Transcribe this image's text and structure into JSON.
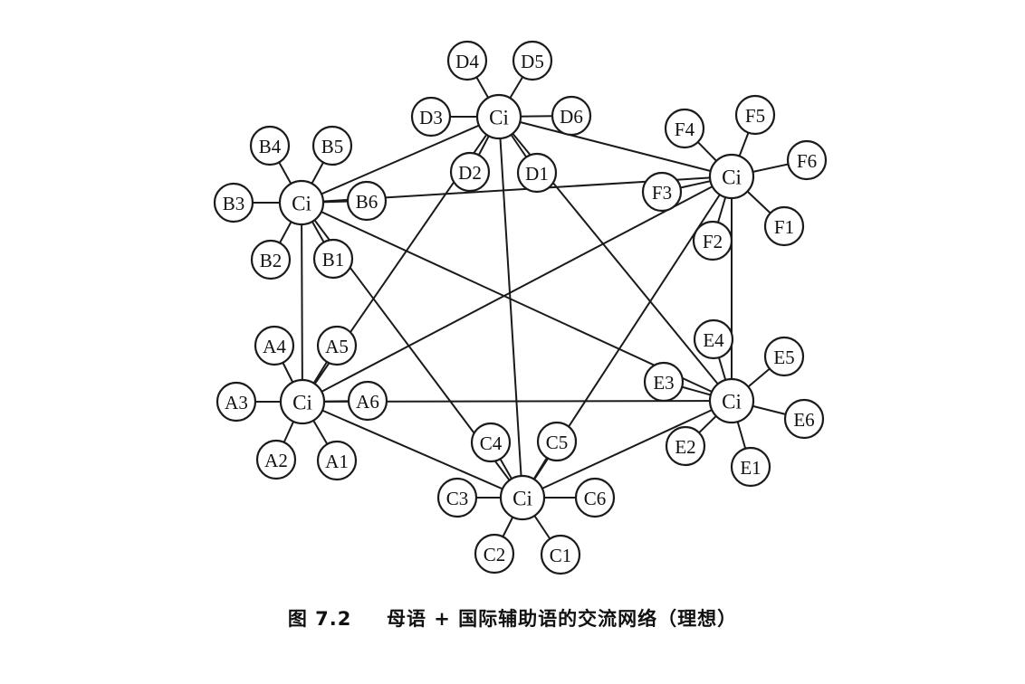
{
  "caption": {
    "figure_number": "图 7.2",
    "title": "母语 + 国际辅助语的交流网络（理想）"
  },
  "colors": {
    "ink": "#1a1a1a",
    "background": "#ffffff"
  },
  "hubs": [
    {
      "id": "A",
      "label": "Ci"
    },
    {
      "id": "B",
      "label": "Ci"
    },
    {
      "id": "C",
      "label": "Ci"
    },
    {
      "id": "D",
      "label": "Ci"
    },
    {
      "id": "E",
      "label": "Ci"
    },
    {
      "id": "F",
      "label": "Ci"
    }
  ],
  "leaves": [
    {
      "id": "A1",
      "label": "A1",
      "hub": "A"
    },
    {
      "id": "A2",
      "label": "A2",
      "hub": "A"
    },
    {
      "id": "A3",
      "label": "A3",
      "hub": "A"
    },
    {
      "id": "A4",
      "label": "A4",
      "hub": "A"
    },
    {
      "id": "A5",
      "label": "A5",
      "hub": "A"
    },
    {
      "id": "A6",
      "label": "A6",
      "hub": "A"
    },
    {
      "id": "B1",
      "label": "B1",
      "hub": "B"
    },
    {
      "id": "B2",
      "label": "B2",
      "hub": "B"
    },
    {
      "id": "B3",
      "label": "B3",
      "hub": "B"
    },
    {
      "id": "B4",
      "label": "B4",
      "hub": "B"
    },
    {
      "id": "B5",
      "label": "B5",
      "hub": "B"
    },
    {
      "id": "B6",
      "label": "B6",
      "hub": "B"
    },
    {
      "id": "C1",
      "label": "C1",
      "hub": "C"
    },
    {
      "id": "C2",
      "label": "C2",
      "hub": "C"
    },
    {
      "id": "C3",
      "label": "C3",
      "hub": "C"
    },
    {
      "id": "C4",
      "label": "C4",
      "hub": "C"
    },
    {
      "id": "C5",
      "label": "C5",
      "hub": "C"
    },
    {
      "id": "C6",
      "label": "C6",
      "hub": "C"
    },
    {
      "id": "D1",
      "label": "D1",
      "hub": "D"
    },
    {
      "id": "D2",
      "label": "D2",
      "hub": "D"
    },
    {
      "id": "D3",
      "label": "D3",
      "hub": "D"
    },
    {
      "id": "D4",
      "label": "D4",
      "hub": "D"
    },
    {
      "id": "D5",
      "label": "D5",
      "hub": "D"
    },
    {
      "id": "D6",
      "label": "D6",
      "hub": "D"
    },
    {
      "id": "E1",
      "label": "E1",
      "hub": "E"
    },
    {
      "id": "E2",
      "label": "E2",
      "hub": "E"
    },
    {
      "id": "E3",
      "label": "E3",
      "hub": "E"
    },
    {
      "id": "E4",
      "label": "E4",
      "hub": "E"
    },
    {
      "id": "E5",
      "label": "E5",
      "hub": "E"
    },
    {
      "id": "E6",
      "label": "E6",
      "hub": "E"
    },
    {
      "id": "F1",
      "label": "F1",
      "hub": "F"
    },
    {
      "id": "F2",
      "label": "F2",
      "hub": "F"
    },
    {
      "id": "F3",
      "label": "F3",
      "hub": "F"
    },
    {
      "id": "F4",
      "label": "F4",
      "hub": "F"
    },
    {
      "id": "F5",
      "label": "F5",
      "hub": "F"
    },
    {
      "id": "F6",
      "label": "F6",
      "hub": "F"
    }
  ],
  "hub_links": [
    [
      "A",
      "B"
    ],
    [
      "A",
      "C"
    ],
    [
      "A",
      "D"
    ],
    [
      "A",
      "E"
    ],
    [
      "A",
      "F"
    ],
    [
      "B",
      "C"
    ],
    [
      "B",
      "D"
    ],
    [
      "B",
      "E"
    ],
    [
      "B",
      "F"
    ],
    [
      "C",
      "D"
    ],
    [
      "C",
      "E"
    ],
    [
      "C",
      "F"
    ],
    [
      "D",
      "E"
    ],
    [
      "D",
      "F"
    ],
    [
      "E",
      "F"
    ]
  ]
}
